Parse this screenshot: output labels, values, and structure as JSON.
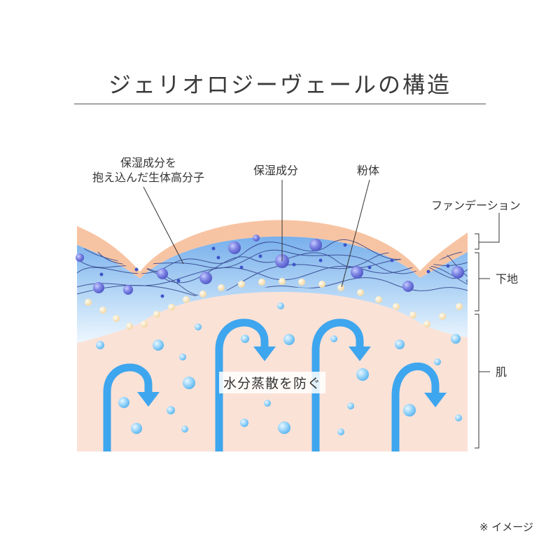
{
  "title": "ジェリオロジーヴェールの構造",
  "labels": {
    "polymer": "保湿成分を\n抱え込んだ生体高分子",
    "moisture": "保湿成分",
    "powder": "粉体",
    "foundation": "ファンデーション",
    "base": "下地",
    "skin": "肌",
    "callout": "水分蒸散を防ぐ"
  },
  "note": "※ イメージ",
  "colors": {
    "foundation_layer": "#f7c4a3",
    "base_layer_top": "#7fb5ee",
    "base_layer_bottom": "#e6f3fd",
    "skin": "#fbe1d6",
    "arrow": "#3ea6ee",
    "particle_purple": "#6b73da",
    "powder_bead": "#fbe3b4",
    "water_drop": "#7cc6f5"
  }
}
